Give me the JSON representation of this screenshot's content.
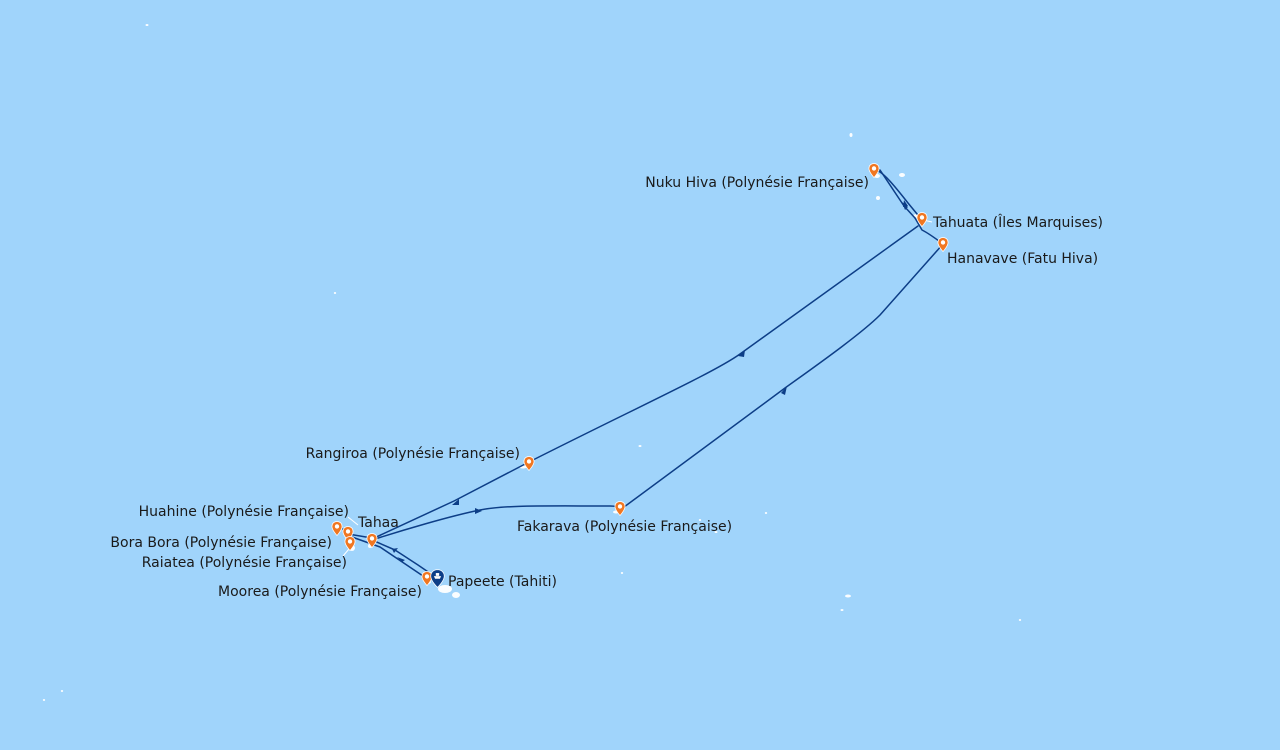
{
  "map": {
    "ocean_color": "#a0d4fb",
    "route_color": "#0d3e87",
    "port_marker_color": "#f07722",
    "home_marker_color": "#0d3e87"
  },
  "ports": {
    "papeete": {
      "label": "Papeete (Tahiti)",
      "icon": "ship-pin-icon"
    },
    "moorea": {
      "label": "Moorea (Polynésie Française)",
      "icon": "map-pin-icon"
    },
    "raiatea": {
      "label": "Raiatea (Polynésie Française)",
      "icon": "map-pin-icon"
    },
    "bora_bora": {
      "label": "Bora Bora (Polynésie Française)",
      "icon": "map-pin-icon"
    },
    "huahine": {
      "label": "Huahine (Polynésie Française)",
      "icon": "map-pin-icon"
    },
    "tahaa": {
      "label": "Tahaa",
      "icon": "map-pin-icon"
    },
    "rangiroa": {
      "label": "Rangiroa (Polynésie Française)",
      "icon": "map-pin-icon"
    },
    "fakarava": {
      "label": "Fakarava (Polynésie Française)",
      "icon": "map-pin-icon"
    },
    "nuku_hiva": {
      "label": "Nuku Hiva (Polynésie Française)",
      "icon": "map-pin-icon"
    },
    "tahuata": {
      "label": "Tahuata (Îles Marquises)",
      "icon": "map-pin-icon"
    },
    "hanavave": {
      "label": "Hanavave (Fatu Hiva)",
      "icon": "map-pin-icon"
    }
  }
}
